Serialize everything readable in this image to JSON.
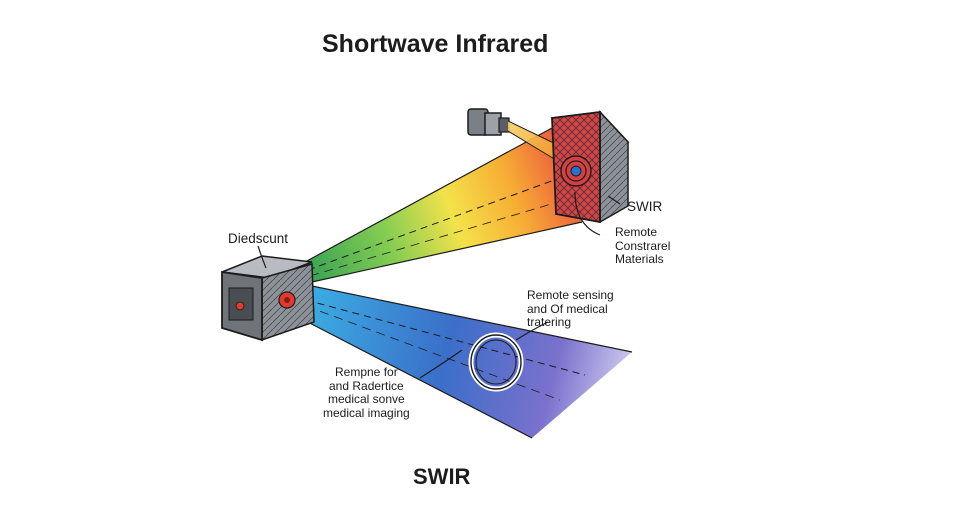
{
  "title": "Shortwave Infrared",
  "bottom_caption": "SWIR",
  "labels": {
    "detector": "Diedscunt",
    "swir": "SWIR",
    "materials": "Remote\nConstrarel\nMaterials",
    "remote_sensing": "Remote sensing\nand Of medical\ntratering",
    "medical": "Rempne for\nand Radertice\nmedical sonve\nmedical imaging"
  },
  "icons": {
    "source_camera": "camera-icon",
    "target_panel": "target-panel-icon",
    "detector_box": "detector-box-icon",
    "target_ring": "target-ring-icon"
  },
  "colors": {
    "beam_upper": [
      "#2f9e44",
      "#7ac943",
      "#f2e03a",
      "#f6a623",
      "#e8392f"
    ],
    "beam_lower": [
      "#2aa6e0",
      "#2a62c4",
      "#6f65c9",
      "#b7b2e6"
    ],
    "accent_red": "#e23b2e",
    "ink": "#1c1c1c"
  }
}
